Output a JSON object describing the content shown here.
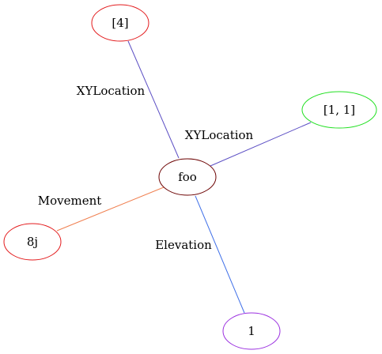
{
  "nodes": [
    {
      "id": "foo",
      "label": "foo",
      "stroke": "#6b0000"
    },
    {
      "id": "n4",
      "label": "[4]",
      "stroke": "#e31a1c"
    },
    {
      "id": "n11",
      "label": "[1, 1]",
      "stroke": "#22e022"
    },
    {
      "id": "n8j",
      "label": "8j",
      "stroke": "#e31a1c"
    },
    {
      "id": "n1",
      "label": "1",
      "stroke": "#9b30e0"
    }
  ],
  "edges": [
    {
      "from": "foo",
      "to": "n4",
      "label": "XYLocation",
      "color": "#5c4fc4"
    },
    {
      "from": "foo",
      "to": "n11",
      "label": "XYLocation",
      "color": "#5c4fc4"
    },
    {
      "from": "foo",
      "to": "n8j",
      "label": "Movement",
      "color": "#f07f4f"
    },
    {
      "from": "foo",
      "to": "n1",
      "label": "Elevation",
      "color": "#3f6fe8"
    }
  ]
}
